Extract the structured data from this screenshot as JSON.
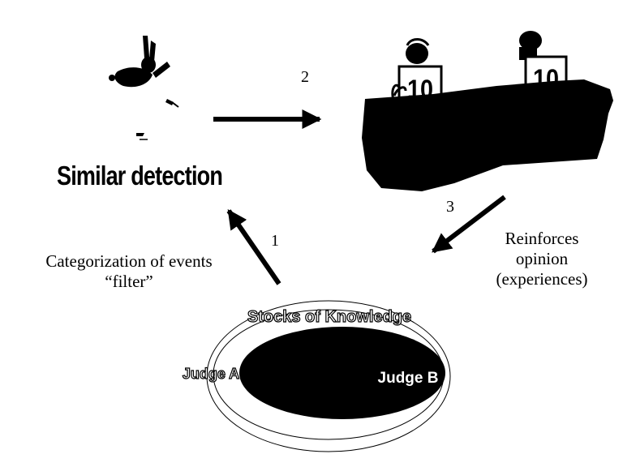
{
  "title": "Similar detection",
  "steps": {
    "one": "1",
    "two": "2",
    "three": "3"
  },
  "left_caption": {
    "line1": "Categorization of events",
    "line2": "“filter”"
  },
  "right_caption": {
    "line1": "Reinforces",
    "line2": "opinion",
    "line3": "(experiences)"
  },
  "knowledge": {
    "label": "Stocks of Knowledge",
    "judge_a": "Judge A",
    "judge_b": "Judge B"
  },
  "score_cards": {
    "left": "10",
    "right": "10"
  },
  "colors": {
    "ink": "#000000",
    "paper": "#ffffff"
  }
}
